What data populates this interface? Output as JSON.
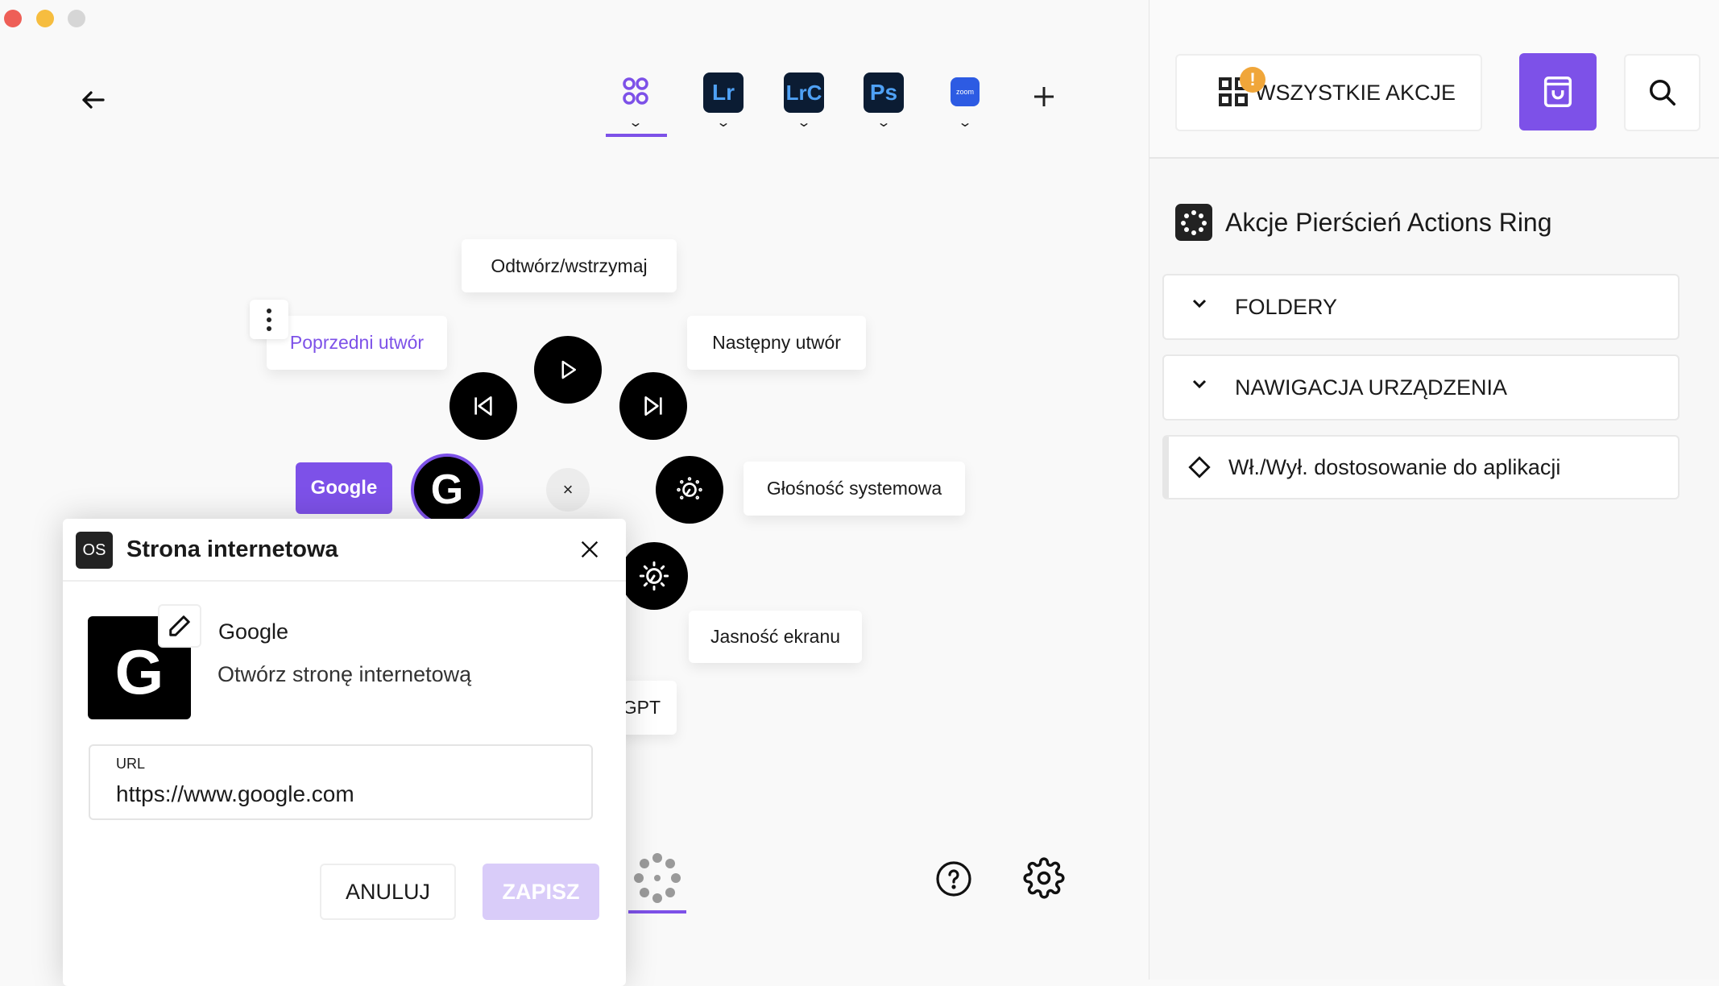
{
  "window": {
    "controls": [
      "close",
      "minimize",
      "maximize"
    ]
  },
  "toolbar": {
    "back_icon": "arrow-left-icon",
    "tabs": [
      {
        "id": "all",
        "icon": "apps-icon",
        "active": true
      },
      {
        "id": "lr",
        "label": "Lr"
      },
      {
        "id": "lrc",
        "label": "LrC"
      },
      {
        "id": "ps",
        "label": "Ps"
      },
      {
        "id": "zoom",
        "label": "zoom"
      }
    ],
    "add_icon": "plus-icon"
  },
  "ring": {
    "play_pause": "Odtwórz/wstrzymaj",
    "previous": "Poprzedni utwór",
    "next": "Następny utwór",
    "google": "Google",
    "volume": "Głośność systemowa",
    "brightness": "Jasność ekranu",
    "gpt": "GPT",
    "remove": "×"
  },
  "dialog": {
    "badge": "OS",
    "title": "Strona internetowa",
    "action_name": "Google",
    "action_desc": "Otwórz stronę internetową",
    "url_label": "URL",
    "url_value": "https://www.google.com",
    "cancel": "ANULUJ",
    "save": "ZAPISZ"
  },
  "right_panel": {
    "all_actions": "WSZYSTKIE AKCJE",
    "warning_badge": "!",
    "section_title": "Akcje Pierścień Actions Ring",
    "items": [
      {
        "label": "FOLDERY",
        "icon": "chevron-down-icon"
      },
      {
        "label": "NAWIGACJA URZĄDZENIA",
        "icon": "chevron-down-icon"
      },
      {
        "label": "Wł./Wył. dostosowanie do aplikacji",
        "icon": "diamond-icon"
      }
    ]
  },
  "colors": {
    "accent": "#7d51e8",
    "accent_disabled": "#d9ccf9",
    "warning": "#f0a63a"
  }
}
